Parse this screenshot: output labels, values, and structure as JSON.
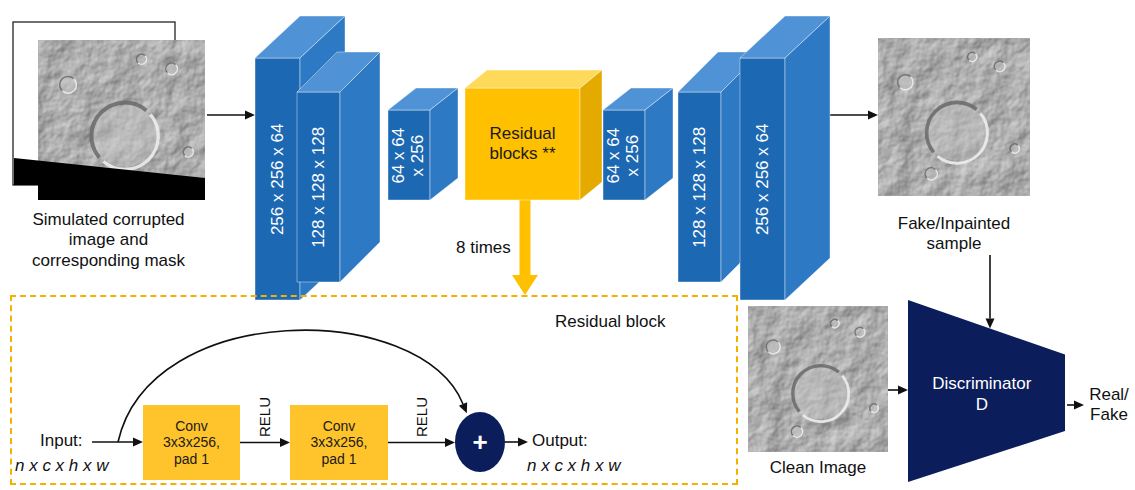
{
  "diagram": {
    "nodes": [
      {
        "text": [
          "Simulated corrupted image and corresponding mask"
        ]
      },
      {
        "text": [
          "256 x 256 x 64"
        ]
      },
      {
        "text": [
          "128 x 128 x 128"
        ]
      },
      {
        "text": [
          "64 x 64 x 256"
        ]
      },
      {
        "text": [
          "Residual blocks **"
        ]
      },
      {
        "text": [
          "64 x 64 x 256"
        ]
      },
      {
        "text": [
          "128 x 128 x 128"
        ]
      },
      {
        "text": [
          "256 x 256 x 64"
        ]
      },
      {
        "text": [
          "Fake/Inpainted sample"
        ]
      },
      {
        "text": [
          "Residual block"
        ]
      },
      {
        "text": [
          "Conv 3x3x256, pad 1"
        ],
        "in": 9
      },
      {
        "text": [
          "Conv 3x3x256, pad 1"
        ],
        "in": 9
      },
      {
        "text": [
          "+"
        ],
        "in": 9
      },
      {
        "text": [
          "Clean Image"
        ]
      },
      {
        "text": [
          "Discriminator D"
        ]
      }
    ],
    "edges": [
      {
        "from": 0,
        "to": 1,
        "arrow": "to"
      },
      {
        "from": 7,
        "to": 8,
        "arrow": "to"
      },
      {
        "from": 4,
        "to": 9,
        "label": "8 times",
        "arrow": "to"
      },
      {
        "from": 10,
        "to": 11,
        "label": "RELU",
        "arrow": "to"
      },
      {
        "from": 11,
        "to": 12,
        "label": "RELU",
        "arrow": "to"
      },
      {
        "from": 8,
        "to": 14,
        "arrow": "to"
      },
      {
        "from": 13,
        "to": 14,
        "arrow": "to"
      }
    ],
    "labels": [
      "Input:",
      "n x c x h x w",
      "Output:",
      "n x c x h x w",
      "Real/ Fake"
    ]
  }
}
